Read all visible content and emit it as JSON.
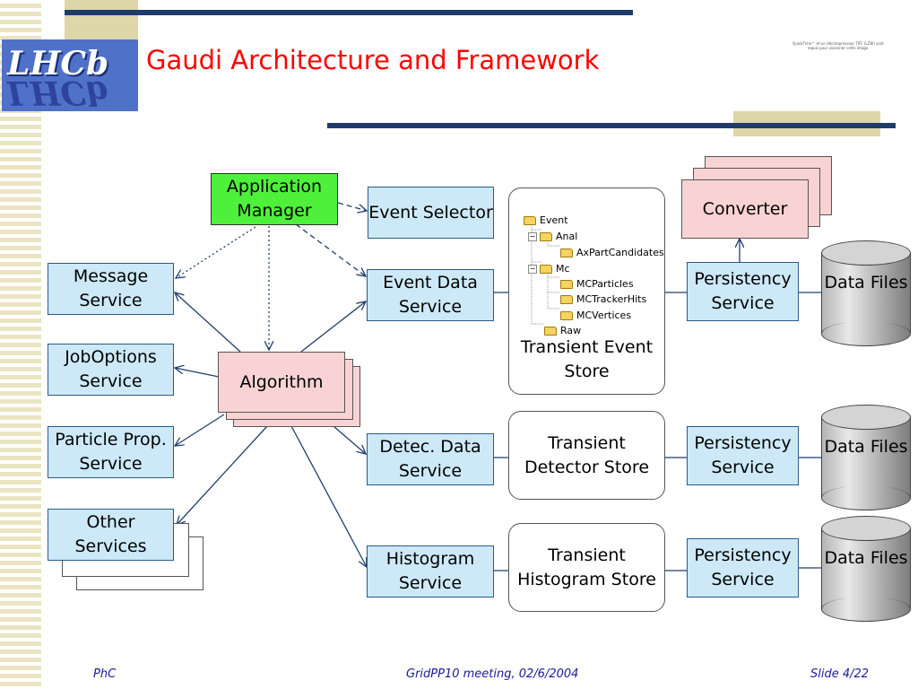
{
  "slide": {
    "title": "Gaudi Architecture and Framework",
    "logo_text": "LHCb",
    "corner_note": "QuickTime™ et un décompresseur TIFF (LZW) sont requis pour visionner cette image."
  },
  "diagram": {
    "application_manager": "Application Manager",
    "event_selector": "Event Selector",
    "message_service": "Message Service",
    "joboptions_service": "JobOptions Service",
    "particle_prop_service": "Particle Prop. Service",
    "other_services": "Other Services",
    "algorithm": "Algorithm",
    "event_data_service": "Event Data Service",
    "detec_data_service": "Detec. Data Service",
    "histogram_service": "Histogram Service",
    "transient_event_store": "Transient Event Store",
    "transient_detector_store": "Transient Detector Store",
    "transient_histogram_store": "Transient Histogram Store",
    "converter": "Converter",
    "persistency_service": "Persistency Service",
    "data_files": "Data Files",
    "event_tree": {
      "root": "Event",
      "anal": "Anal",
      "axpart": "AxPartCandidates",
      "mc": "Mc",
      "mcparticles": "MCParticles",
      "mctrackerhits": "MCTrackerHits",
      "mcvertices": "MCVertices",
      "raw": "Raw"
    }
  },
  "footer": {
    "author": "PhC",
    "meeting": "GridPP10 meeting, 02/6/2004",
    "slide_number": "Slide 4/22"
  },
  "colors": {
    "title": "#ff0000",
    "service_box": "#cde9f8",
    "algorithm_box": "#f9d3d3",
    "app_manager_box": "#4ff03b",
    "footer_text": "#1a1a99",
    "bar_navy": "#1f3b6b",
    "bar_tan": "#ddd6a8"
  }
}
